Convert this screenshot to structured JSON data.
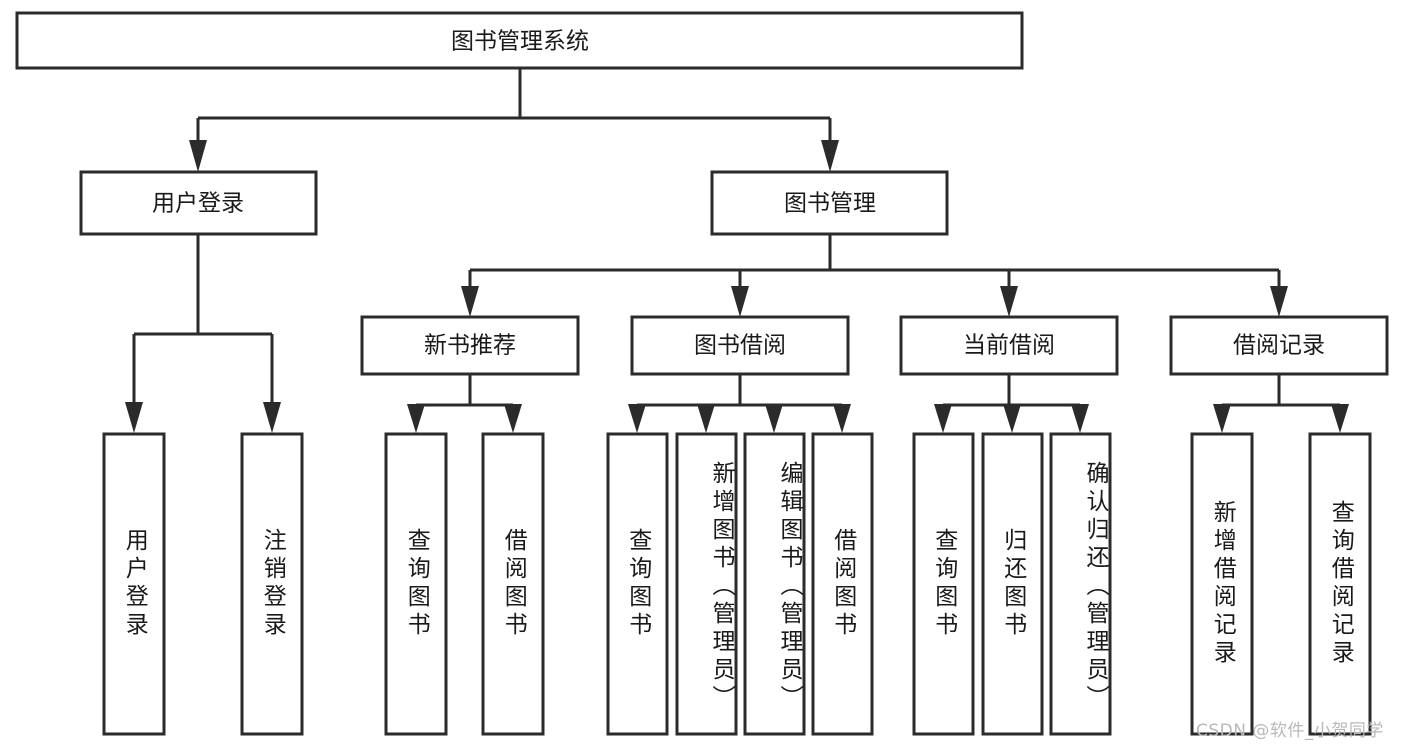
{
  "diagram": {
    "type": "tree-hierarchy",
    "title": "图书管理系统",
    "orientation": "top-down",
    "colors": {
      "background": "#ffffff",
      "box_stroke": "#2b2b2b",
      "box_fill": "#ffffff",
      "text": "#1a1a1a",
      "watermark": "#b9b9b9"
    },
    "root": {
      "label": "图书管理系统"
    },
    "level2": [
      {
        "id": "user-login",
        "label": "用户登录"
      },
      {
        "id": "book-management",
        "label": "图书管理"
      }
    ],
    "level3": [
      {
        "id": "new-book-recommend",
        "label": "新书推荐",
        "parent": "book-management"
      },
      {
        "id": "book-borrow",
        "label": "图书借阅",
        "parent": "book-management"
      },
      {
        "id": "current-borrow",
        "label": "当前借阅",
        "parent": "book-management"
      },
      {
        "id": "borrow-record",
        "label": "借阅记录",
        "parent": "book-management"
      }
    ],
    "leaves": {
      "user-login": [
        {
          "id": "leaf-user-login",
          "label": "用户登录"
        },
        {
          "id": "leaf-logout-login",
          "label": "注销登录"
        }
      ],
      "new-book-recommend": [
        {
          "id": "leaf-query-book-1",
          "label": "查询图书"
        },
        {
          "id": "leaf-borrow-book-1",
          "label": "借阅图书"
        }
      ],
      "book-borrow": [
        {
          "id": "leaf-query-book-2",
          "label": "查询图书"
        },
        {
          "id": "leaf-add-book",
          "label": "新增图书（管理员）"
        },
        {
          "id": "leaf-edit-book",
          "label": "编辑图书（管理员）"
        },
        {
          "id": "leaf-borrow-book-2",
          "label": "借阅图书"
        }
      ],
      "current-borrow": [
        {
          "id": "leaf-query-book-3",
          "label": "查询图书"
        },
        {
          "id": "leaf-return-book",
          "label": "归还图书"
        },
        {
          "id": "leaf-confirm-return",
          "label": "确认归还（管理员）"
        }
      ],
      "borrow-record": [
        {
          "id": "leaf-add-record",
          "label": "新增借阅记录"
        },
        {
          "id": "leaf-query-record",
          "label": "查询借阅记录"
        }
      ]
    }
  },
  "watermark": {
    "text": "CSDN @软件_小贺同学"
  }
}
